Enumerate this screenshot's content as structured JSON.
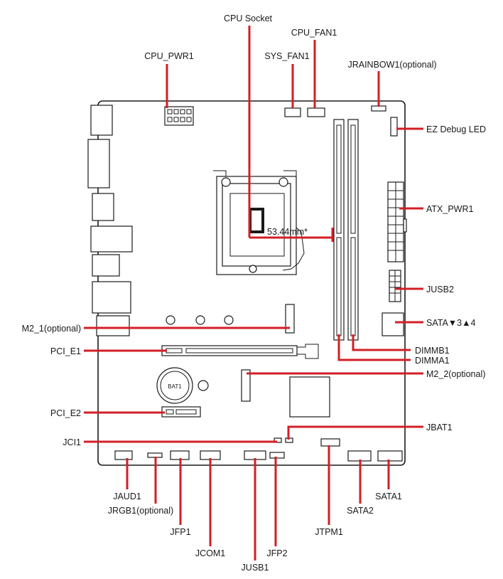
{
  "colors": {
    "leader": "#d21f26",
    "outline": "#1a1a1a",
    "background": "#ffffff"
  },
  "labels": {
    "cpu_socket": "CPU Socket",
    "cpu_fan1": "CPU_FAN1",
    "cpu_pwr1": "CPU_PWR1",
    "sys_fan1": "SYS_FAN1",
    "jrainbow1": "JRAINBOW1(optional)",
    "ez_debug_led": "EZ Debug LED",
    "atx_pwr1": "ATX_PWR1",
    "jusb2": "JUSB2",
    "sata34": "SATA▼3▲4",
    "m2_1": "M2_1(optional)",
    "pci_e1": "PCI_E1",
    "dimmb1": "DIMMB1",
    "dimma1": "DIMMA1",
    "m2_2": "M2_2(optional)",
    "pci_e2": "PCI_E2",
    "jbat1": "JBAT1",
    "jci1": "JCI1",
    "jaud1": "JAUD1",
    "jrgb1": "JRGB1(optional)",
    "jfp1": "JFP1",
    "jcom1": "JCOM1",
    "jusb1": "JUSB1",
    "jfp2": "JFP2",
    "jtpm1": "JTPM1",
    "sata2": "SATA2",
    "sata1": "SATA1",
    "distance": "53.44mm*",
    "battery": "BAT1"
  }
}
